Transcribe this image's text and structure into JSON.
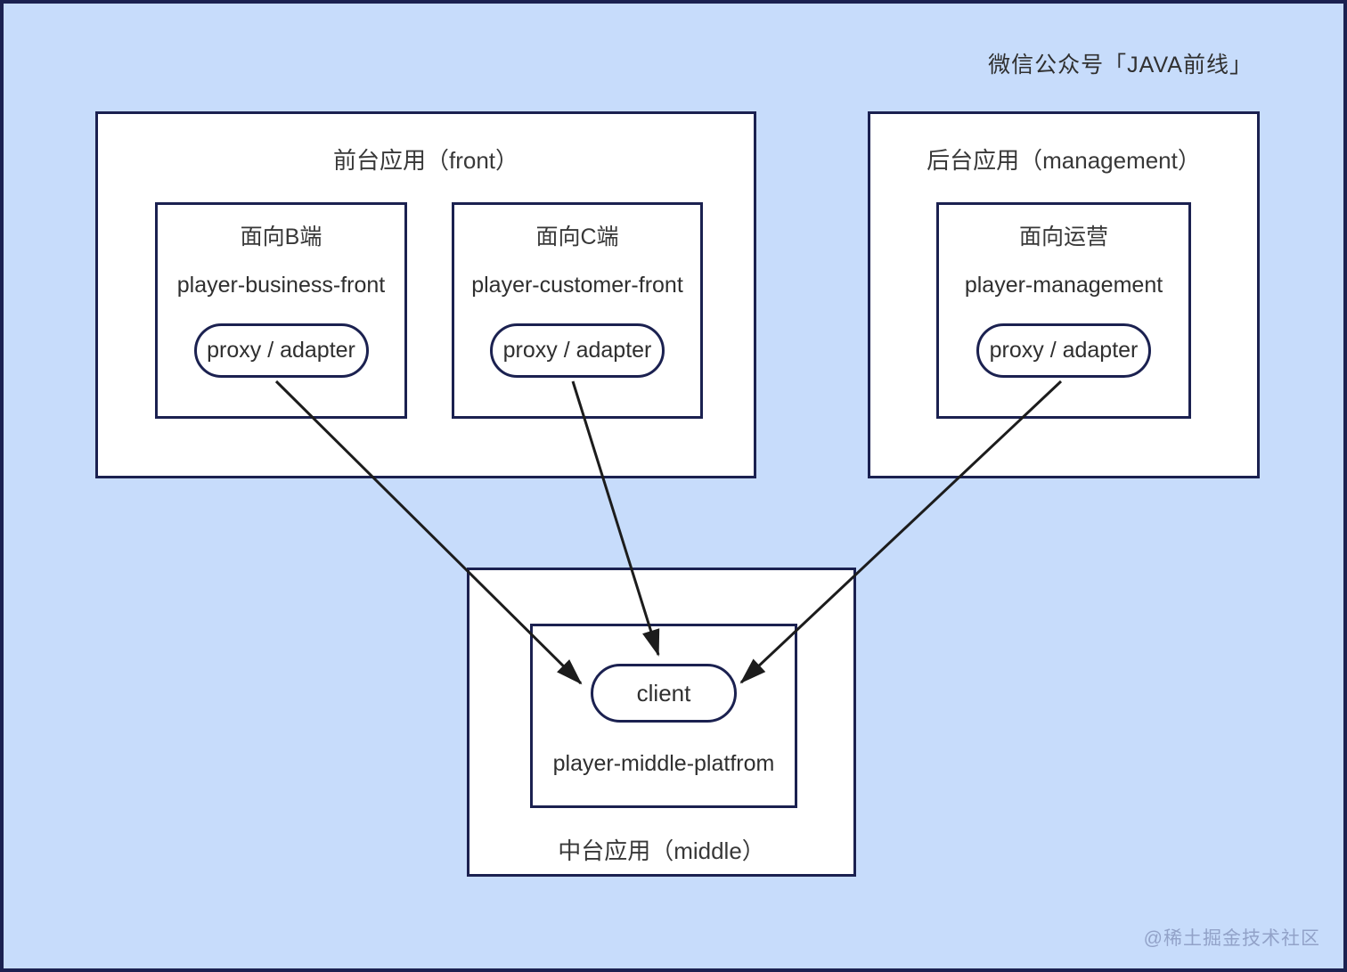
{
  "brand": "微信公众号「JAVA前线」",
  "watermark": "@稀土掘金技术社区",
  "colors": {
    "background": "#c7dcfb",
    "box_fill": "#ffffff",
    "box_border": "#1b2150",
    "arrow": "#1c1c1c",
    "text": "#333333"
  },
  "front": {
    "title": "前台应用（front）",
    "modules": [
      {
        "title": "面向B端",
        "name": "player-business-front",
        "pill": "proxy / adapter"
      },
      {
        "title": "面向C端",
        "name": "player-customer-front",
        "pill": "proxy / adapter"
      }
    ]
  },
  "management": {
    "title": "后台应用（management）",
    "modules": [
      {
        "title": "面向运营",
        "name": "player-management",
        "pill": "proxy / adapter"
      }
    ]
  },
  "middle": {
    "title": "中台应用（middle）",
    "platform_name": "player-middle-platfrom",
    "client_label": "client"
  },
  "arrows": [
    {
      "from": "player-business-front proxy / adapter",
      "to": "client"
    },
    {
      "from": "player-customer-front proxy / adapter",
      "to": "client"
    },
    {
      "from": "player-management proxy / adapter",
      "to": "client"
    }
  ]
}
